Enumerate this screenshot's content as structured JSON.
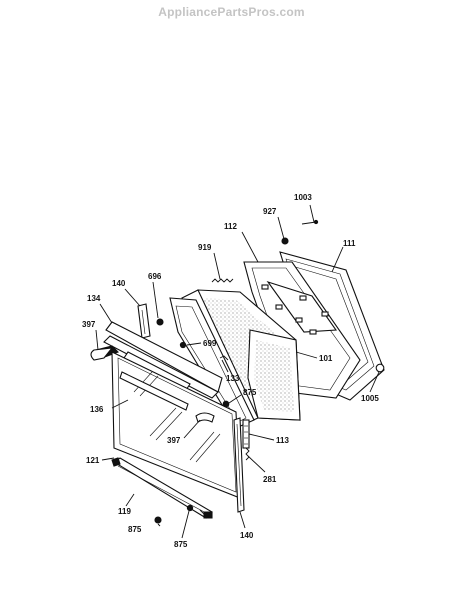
{
  "watermark": "AppliancePartsPros.com",
  "parts": [
    {
      "id": "p1003",
      "label": "1003"
    },
    {
      "id": "p927",
      "label": "927"
    },
    {
      "id": "p112",
      "label": "112"
    },
    {
      "id": "p111",
      "label": "111"
    },
    {
      "id": "p919",
      "label": "919"
    },
    {
      "id": "p696",
      "label": "696"
    },
    {
      "id": "p140a",
      "label": "140"
    },
    {
      "id": "p134",
      "label": "134"
    },
    {
      "id": "p397a",
      "label": "397"
    },
    {
      "id": "p699",
      "label": "699"
    },
    {
      "id": "p101",
      "label": "101"
    },
    {
      "id": "p133",
      "label": "133"
    },
    {
      "id": "p875a",
      "label": "875"
    },
    {
      "id": "p1005",
      "label": "1005"
    },
    {
      "id": "p136",
      "label": "136"
    },
    {
      "id": "p397b",
      "label": "397"
    },
    {
      "id": "p113",
      "label": "113"
    },
    {
      "id": "p121",
      "label": "121"
    },
    {
      "id": "p281",
      "label": "281"
    },
    {
      "id": "p119",
      "label": "119"
    },
    {
      "id": "p875b",
      "label": "875"
    },
    {
      "id": "p875c",
      "label": "875"
    },
    {
      "id": "p140b",
      "label": "140"
    }
  ]
}
